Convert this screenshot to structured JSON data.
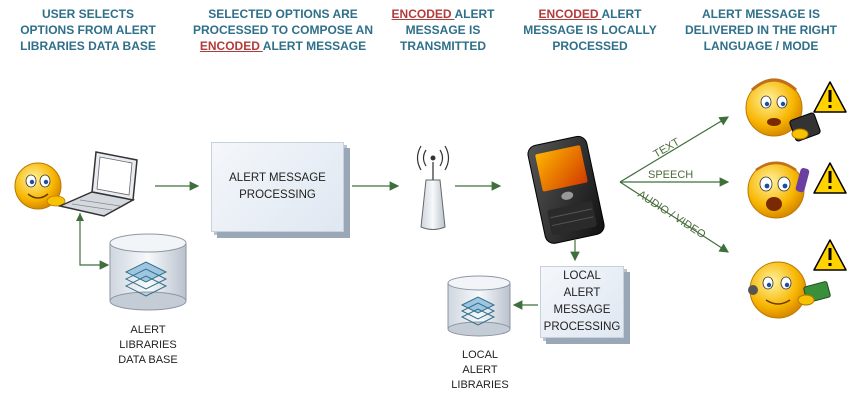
{
  "headers": {
    "h1_line1": "USER SELECTS",
    "h1_line2": "OPTIONS FROM ALERT",
    "h1_line3": "LIBRARIES DATA BASE",
    "h2_line1": "SELECTED OPTIONS ARE",
    "h2_line2": "PROCESSED TO COMPOSE AN",
    "h2_line3_encoded": "ENCODED ",
    "h2_line3_rest": "ALERT MESSAGE",
    "h3_line1_encoded": "ENCODED ",
    "h3_line1_rest": "ALERT",
    "h3_line2": "MESSAGE IS",
    "h3_line3": "TRANSMITTED",
    "h4_line1_encoded": "ENCODED ",
    "h4_line1_rest": "ALERT",
    "h4_line2": "MESSAGE IS LOCALLY",
    "h4_line3": "PROCESSED",
    "h5_line1": "ALERT MESSAGE IS",
    "h5_line2": "DELIVERED IN THE RIGHT",
    "h5_line3": "LANGUAGE / MODE"
  },
  "boxes": {
    "processing_line1": "ALERT MESSAGE",
    "processing_line2": "PROCESSING",
    "local_line1": "LOCAL ALERT",
    "local_line2": "MESSAGE",
    "local_line3": "PROCESSING"
  },
  "labels": {
    "db_line1": "ALERT",
    "db_line2": "LIBRARIES",
    "db_line3": "DATA BASE",
    "local_db_line1": "LOCAL",
    "local_db_line2": "ALERT",
    "local_db_line3": "LIBRARIES"
  },
  "channels": {
    "text": "TEXT",
    "speech": "SPEECH",
    "audio_video": "AUDIO / VIDEO"
  },
  "colors": {
    "header": "#2f6f8a",
    "encoded": "#b13b3b",
    "arrow": "#3f6f3a",
    "box_shadow": "#9aa7b6",
    "smiley": "#f7b500",
    "warning": "#ffd200"
  },
  "icons": [
    "user-smiley-icon",
    "laptop-icon",
    "database-icon",
    "antenna-icon",
    "smartphone-icon",
    "warning-icon"
  ]
}
